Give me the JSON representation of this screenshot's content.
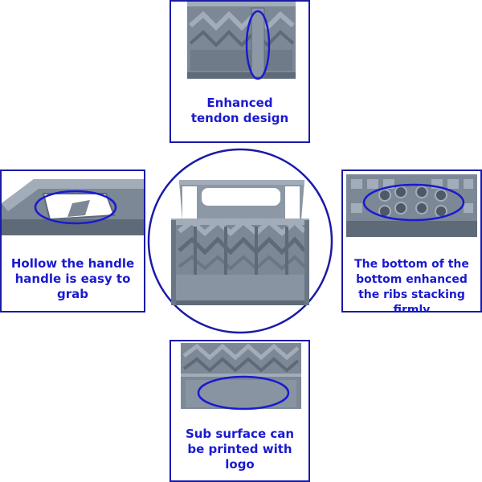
{
  "top": {
    "caption": "Enhanced\ntendon design"
  },
  "left": {
    "caption": "Hollow the handle\nhandle is easy to grab"
  },
  "right": {
    "caption": "The bottom of the\nbottom enhanced\nthe ribs stacking firmly"
  },
  "bottom": {
    "caption": "Sub surface can\nbe printed with logo"
  },
  "colors": {
    "accent": "#1a1aa8",
    "crate": "#7c8896",
    "crate_dark": "#5e6a78",
    "crate_light": "#a3adb9"
  }
}
